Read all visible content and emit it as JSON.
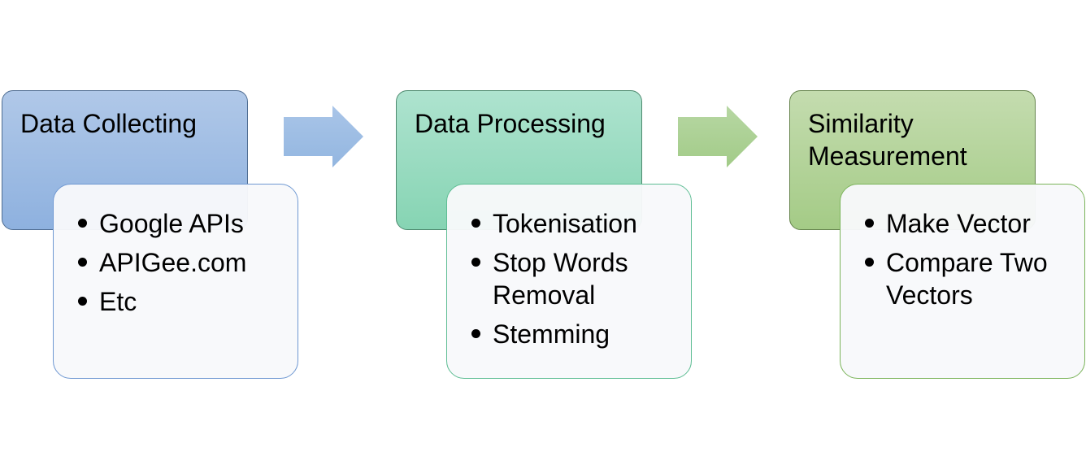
{
  "stages": [
    {
      "title": "Data Collecting",
      "items": [
        "Google APIs",
        "APIGee.com",
        "Etc"
      ],
      "color": "#9bbce4"
    },
    {
      "title": "Data Processing",
      "items": [
        "Tokenisation",
        "Stop Words\nRemoval",
        "Stemming"
      ],
      "color": "#95dbbf"
    },
    {
      "title": "Similarity\nMeasurement",
      "items": [
        "Make Vector",
        "Compare Two\nVectors"
      ],
      "color": "#b2d39a"
    }
  ],
  "arrows": [
    {
      "color": "#9fbfe5"
    },
    {
      "color": "#aed19a"
    }
  ]
}
